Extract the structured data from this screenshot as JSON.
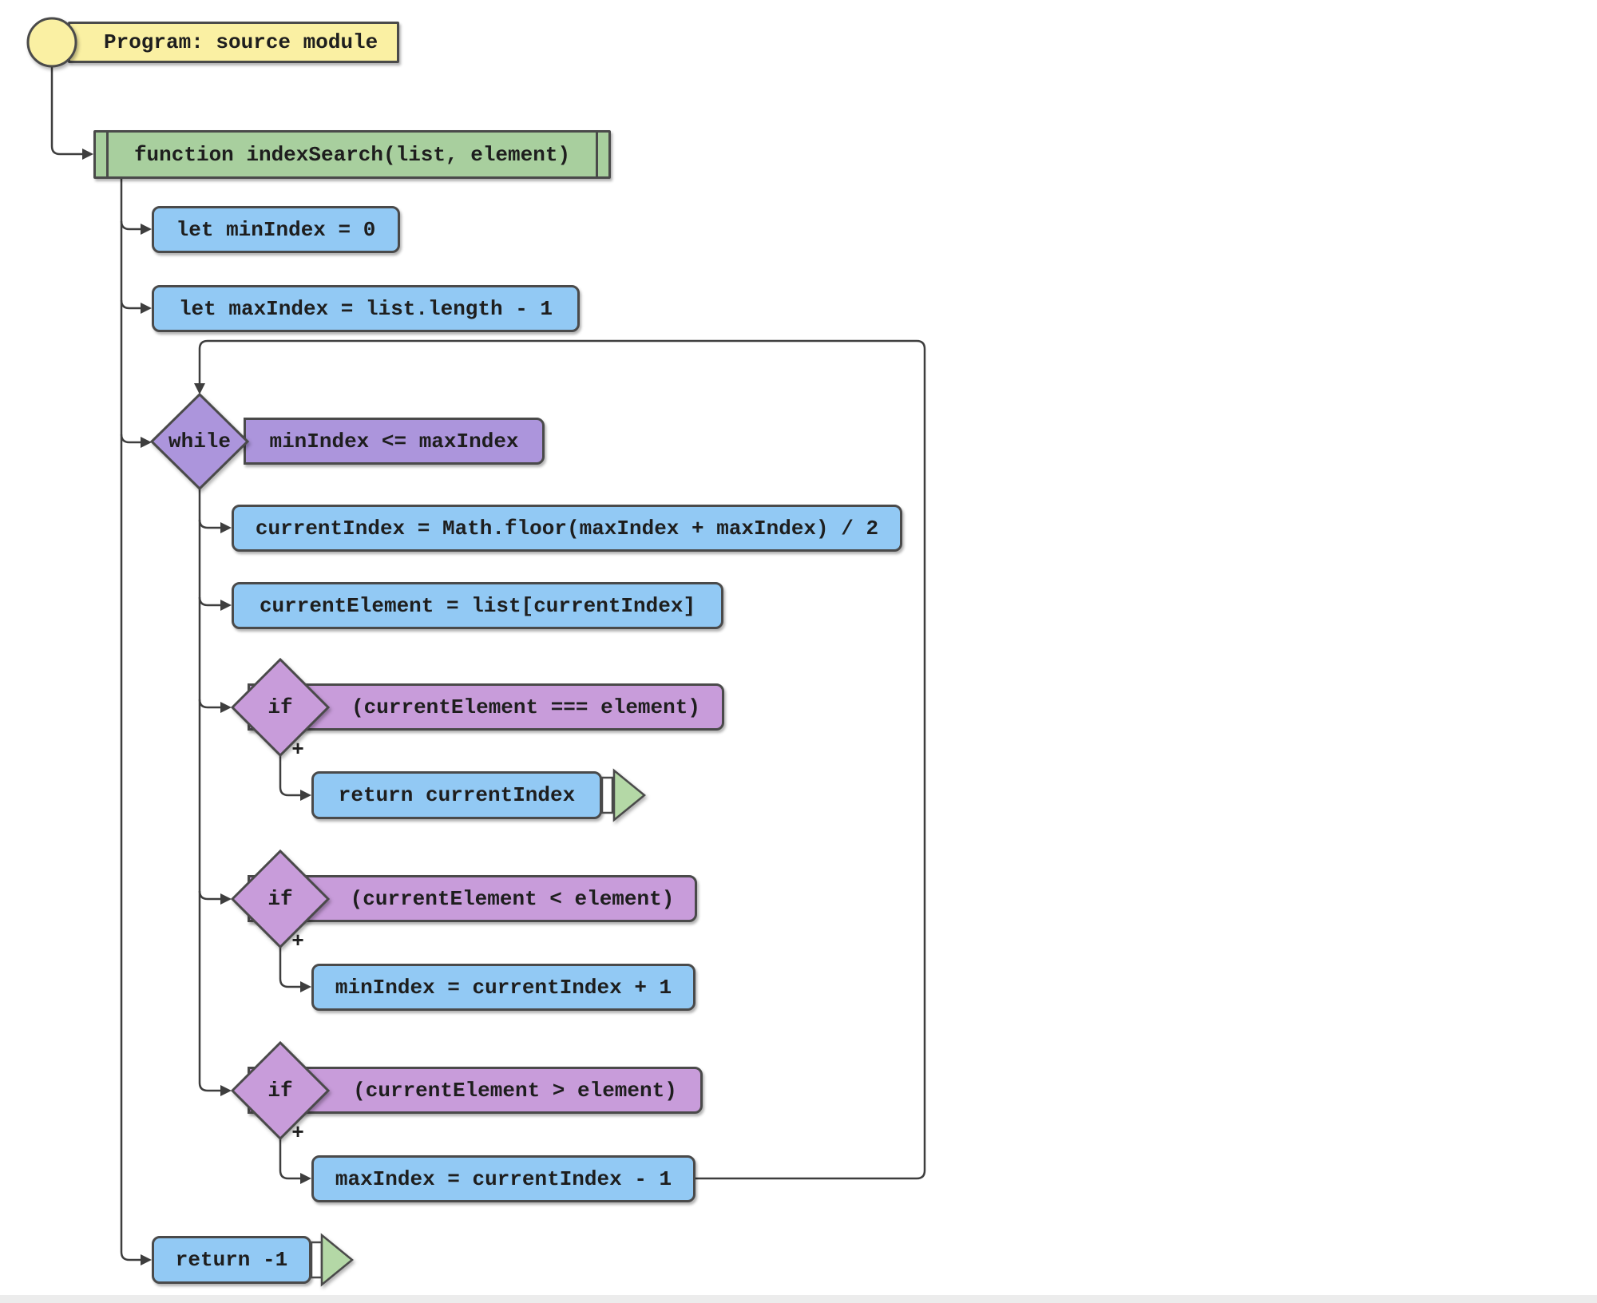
{
  "colors": {
    "start_fill": "#faf0a3",
    "function_fill": "#a8cf9e",
    "statement_fill": "#92c9f4",
    "while_fill": "#ac95dc",
    "if_fill": "#c89cda",
    "return_triangle_fill": "#b4d8a6",
    "line": "#3e3e3e",
    "text": "#1e1e1e"
  },
  "flowchart": {
    "start": {
      "label": "Program: source module"
    },
    "function": {
      "label": "function indexSearch(list, element)"
    },
    "statements": {
      "init_min": "let minIndex = 0",
      "init_max": "let maxIndex = list.length - 1",
      "calc_index": "currentIndex = Math.floor(maxIndex + maxIndex) / 2",
      "get_element": "currentElement = list[currentIndex]",
      "return_found": "return currentIndex",
      "inc_min": "minIndex = currentIndex + 1",
      "dec_max": "maxIndex = currentIndex - 1",
      "return_not_found": "return -1"
    },
    "while_loop": {
      "keyword": "while",
      "condition": "minIndex <= maxIndex"
    },
    "if_equal": {
      "keyword": "if",
      "condition": "(currentElement === element)",
      "branch_label": "+"
    },
    "if_less": {
      "keyword": "if",
      "condition": "(currentElement < element)",
      "branch_label": "+"
    },
    "if_greater": {
      "keyword": "if",
      "condition": "(currentElement > element)",
      "branch_label": "+"
    }
  }
}
